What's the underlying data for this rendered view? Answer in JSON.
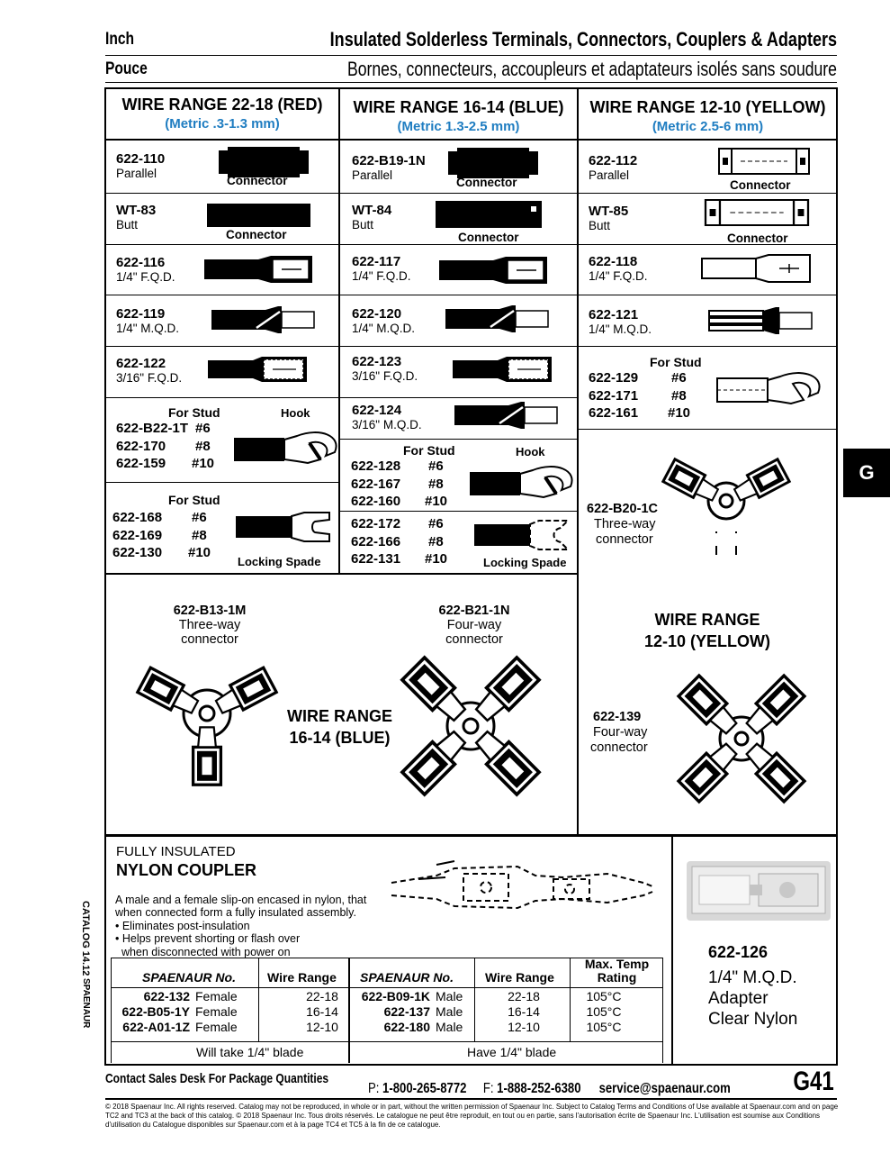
{
  "header": {
    "left1": "Inch",
    "left2": "Pouce",
    "right1": "Insulated Solderless Terminals, Connectors, Couplers & Adapters",
    "right2": "Bornes, connecteurs, accoupleurs et adaptateurs isolés sans soudure"
  },
  "columns": [
    {
      "title": "WIRE RANGE 22-18 (RED)",
      "metric": "(Metric .3-1.3 mm)"
    },
    {
      "title": "WIRE RANGE 16-14 (BLUE)",
      "metric": "(Metric 1.3-2.5 mm)"
    },
    {
      "title": "WIRE RANGE 12-10 (YELLOW)",
      "metric": "(Metric 2.5-6 mm)"
    }
  ],
  "rows": {
    "c1": [
      {
        "pn": "622-110",
        "desc": "Parallel",
        "label": "Connector"
      },
      {
        "pn": "WT-83",
        "desc": "Butt",
        "label": "Connector"
      },
      {
        "pn": "622-116",
        "desc": "1/4\" F.Q.D."
      },
      {
        "pn": "622-119",
        "desc": "1/4\" M.Q.D."
      },
      {
        "pn": "622-122",
        "desc": "3/16\" F.Q.D."
      }
    ],
    "c2": [
      {
        "pn": "622-B19-1N",
        "desc": "Parallel",
        "label": "Connector"
      },
      {
        "pn": "WT-84",
        "desc": "Butt",
        "label": "Connector"
      },
      {
        "pn": "622-117",
        "desc": "1/4\" F.Q.D."
      },
      {
        "pn": "622-120",
        "desc": "1/4\" M.Q.D."
      },
      {
        "pn": "622-123",
        "desc": "3/16\" F.Q.D."
      },
      {
        "pn": "622-124",
        "desc": "3/16\" M.Q.D."
      }
    ],
    "c3": [
      {
        "pn": "622-112",
        "desc": "Parallel",
        "label": "Connector"
      },
      {
        "pn": "WT-85",
        "desc": "Butt",
        "label": "Connector"
      },
      {
        "pn": "622-118",
        "desc": "1/4\" F.Q.D."
      },
      {
        "pn": "622-121",
        "desc": "1/4\" M.Q.D."
      }
    ]
  },
  "studs": {
    "for_stud": "For Stud",
    "hook": "Hook",
    "locking": "Locking Spade",
    "c1_hook": [
      {
        "pn": "622-B22-1T",
        "size": "#6"
      },
      {
        "pn": "622-170",
        "size": "#8"
      },
      {
        "pn": "622-159",
        "size": "#10"
      }
    ],
    "c1_spade": [
      {
        "pn": "622-168",
        "size": "#6"
      },
      {
        "pn": "622-169",
        "size": "#8"
      },
      {
        "pn": "622-130",
        "size": "#10"
      }
    ],
    "c2_hook": [
      {
        "pn": "622-128",
        "size": "#6"
      },
      {
        "pn": "622-167",
        "size": "#8"
      },
      {
        "pn": "622-160",
        "size": "#10"
      }
    ],
    "c2_spade": [
      {
        "pn": "622-172",
        "size": "#6"
      },
      {
        "pn": "622-166",
        "size": "#8"
      },
      {
        "pn": "622-131",
        "size": "#10"
      }
    ],
    "c3_hook": [
      {
        "pn": "622-129",
        "size": "#6"
      },
      {
        "pn": "622-171",
        "size": "#8"
      },
      {
        "pn": "622-161",
        "size": "#10"
      }
    ]
  },
  "multi": {
    "b13_pn": "622-B13-1M",
    "b13_d1": "Three-way",
    "b13_d2": "connector",
    "b21_pn": "622-B21-1N",
    "b21_d1": "Four-way",
    "b21_d2": "connector",
    "blue_1": "WIRE RANGE",
    "blue_2": "16-14 (BLUE)",
    "b20_pn": "622-B20-1C",
    "b20_d1": "Three-way",
    "b20_d2": "connector",
    "yel_1": "WIRE RANGE",
    "yel_2": "12-10 (YELLOW)",
    "p139_pn": "622-139",
    "p139_d1": "Four-way",
    "p139_d2": "connector"
  },
  "tab": "G",
  "coupler": {
    "kicker": "FULLY INSULATED",
    "title": "NYLON COUPLER",
    "lines": [
      "A male and a female slip-on encased in nylon, that",
      "when connected form a fully insulated assembly.",
      "• Eliminates post-insulation",
      "• Helps prevent shorting or flash over",
      "  when disconnected with power on"
    ],
    "h_no": "SPAENAUR No.",
    "h_wire": "Wire Range",
    "h_temp1": "Max. Temp",
    "h_temp2": "Rating",
    "left": [
      {
        "pn": "622-132",
        "g": "Female",
        "w": "22-18"
      },
      {
        "pn": "622-B05-1Y",
        "g": "Female",
        "w": "16-14"
      },
      {
        "pn": "622-A01-1Z",
        "g": "Female",
        "w": "12-10"
      }
    ],
    "right": [
      {
        "pn": "622-B09-1K",
        "g": "Male",
        "w": "22-18",
        "t": "105°C"
      },
      {
        "pn": "622-137",
        "g": "Male",
        "w": "16-14",
        "t": "105°C"
      },
      {
        "pn": "622-180",
        "g": "Male",
        "w": "12-10",
        "t": "105°C"
      }
    ],
    "note_l": "Will take 1/4\" blade",
    "note_r": "Have 1/4\" blade"
  },
  "adapter": {
    "pn": "622-126",
    "l1": "1/4\" M.Q.D.",
    "l2": "Adapter",
    "l3": "Clear Nylon"
  },
  "side": {
    "catalog": "CATALOG 14.12",
    "brand": "SPAENAUR"
  },
  "footer": {
    "left": "Contact Sales Desk For Package Quantities",
    "phone_l": "P:",
    "phone": "1-800-265-8772",
    "fax_l": "F:",
    "fax": "1-888-252-6380",
    "email": "service@spaenaur.com",
    "page": "G41",
    "legal": "© 2018 Spaenaur Inc. All rights reserved. Catalog may not be reproduced, in whole or in part, without the written permission of Spaenaur Inc. Subject to Catalog Terms and Conditions of Use available at Spaenaur.com and on page TC2 and TC3 at the back of this catalog. © 2018 Spaenaur Inc. Tous droits réservés. Le catalogue ne peut être reproduit, en tout ou en partie, sans l'autorisation écrite de Spaenaur Inc. L'utilisation est soumise aux Conditions d'utilisation du Catalogue disponibles sur Spaenaur.com et à la page TC4 et TC5 à la fin de ce catalogue."
  },
  "colors": {
    "blue": "#1f7dc1"
  }
}
